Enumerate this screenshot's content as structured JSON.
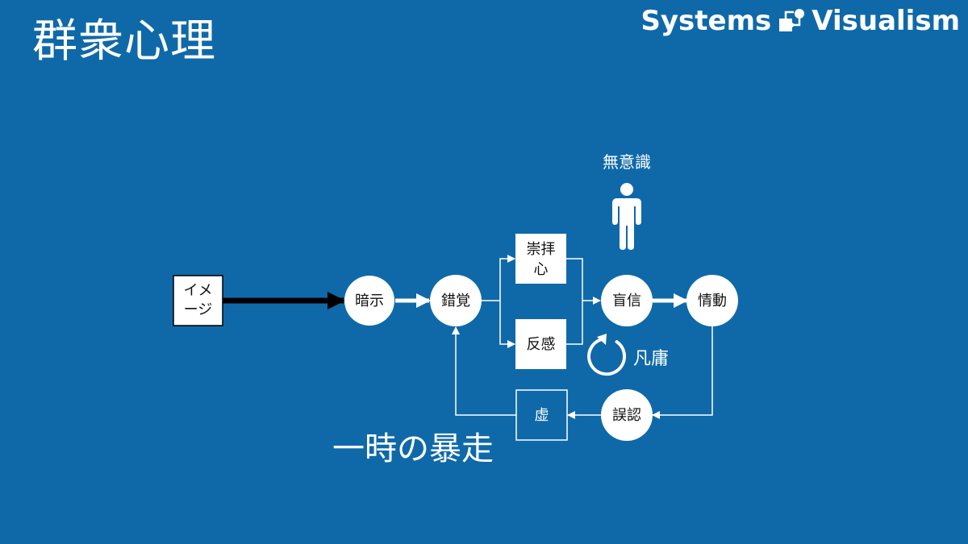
{
  "header": {
    "title": "群衆心理",
    "logo_left": "Systems",
    "logo_right": "Visualism"
  },
  "diagram": {
    "image_box": {
      "line1": "イメ",
      "line2": "ージ"
    },
    "anji": "暗示",
    "sakkaku": "錯覚",
    "suuhai": {
      "line1": "崇拝",
      "line2": "心"
    },
    "hankan": "反感",
    "moushin": "盲信",
    "joudou": "情動",
    "gonin": "誤認",
    "kyo": "虚",
    "muishiki": "無意識",
    "bonyou": "凡庸",
    "bousou": "一時の暴走"
  },
  "colors": {
    "background": "#0f69a8",
    "node_fill": "#ffffff",
    "node_text": "#111111",
    "thick_arrow": "#000000"
  }
}
